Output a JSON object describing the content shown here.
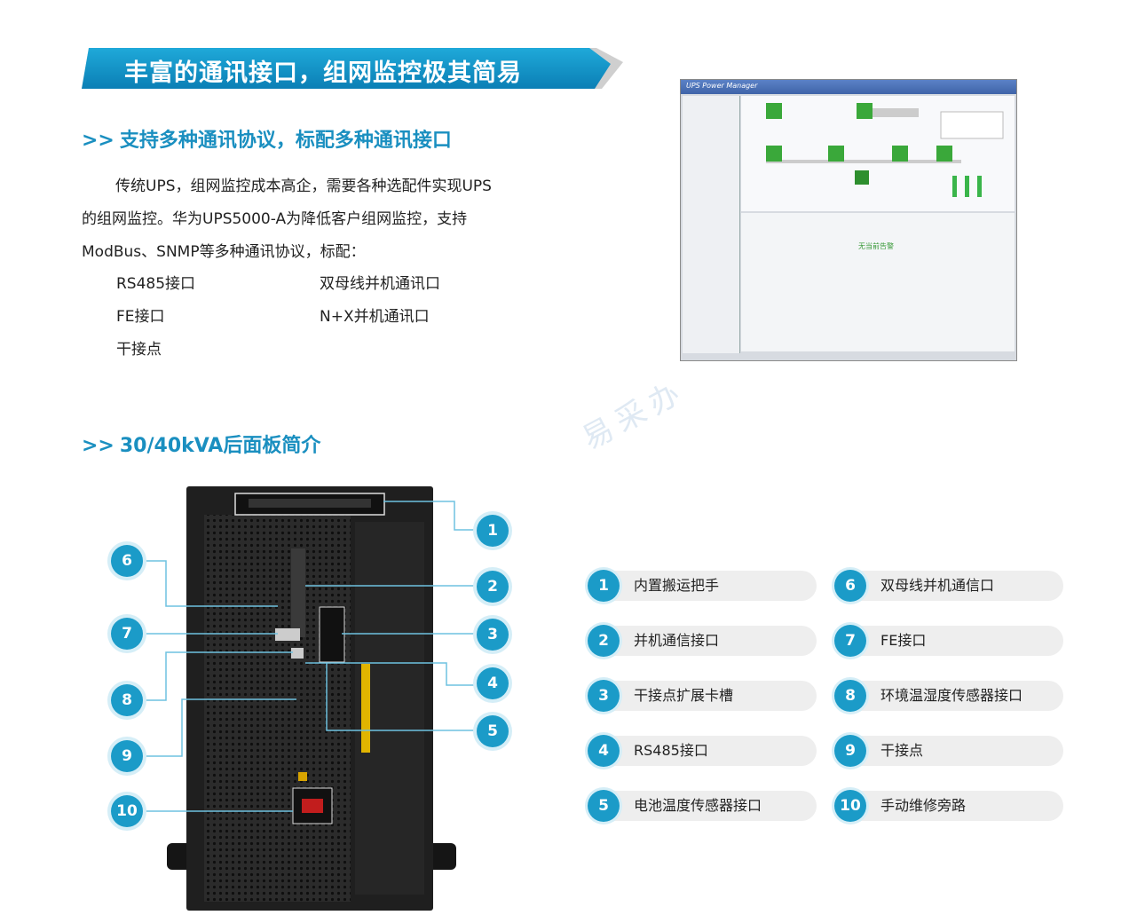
{
  "banner": {
    "title": "丰富的通讯接口，组网监控极其简易"
  },
  "section1": {
    "arrows": ">>",
    "title": "支持多种通讯协议，标配多种通讯接口",
    "paragraph_lines": [
      "传统UPS，组网监控成本高企，需要各种选配件实现UPS",
      "的组网监控。华为UPS5000-A为降低客户组网监控，支持",
      "ModBus、SNMP等多种通讯协议，标配："
    ],
    "features": [
      "RS485接口",
      "双母线并机通讯口",
      "FE接口",
      "N+X并机通讯口",
      "干接点"
    ]
  },
  "screenshot": {
    "window_title": "UPS Power Manager",
    "log_empty_text": "无当前告警"
  },
  "section2": {
    "arrows": ">>",
    "title": "30/40kVA后面板简介"
  },
  "watermark": "易采办",
  "callouts": [
    "1",
    "2",
    "3",
    "4",
    "5",
    "6",
    "7",
    "8",
    "9",
    "10"
  ],
  "legend": [
    {
      "num": "1",
      "label": "内置搬运把手"
    },
    {
      "num": "2",
      "label": "并机通信接口"
    },
    {
      "num": "3",
      "label": "干接点扩展卡槽"
    },
    {
      "num": "4",
      "label": "RS485接口"
    },
    {
      "num": "5",
      "label": "电池温度传感器接口"
    },
    {
      "num": "6",
      "label": "双母线并机通信口"
    },
    {
      "num": "7",
      "label": "FE接口"
    },
    {
      "num": "8",
      "label": "环境温湿度传感器接口"
    },
    {
      "num": "9",
      "label": "干接点"
    },
    {
      "num": "10",
      "label": "手动维修旁路"
    }
  ],
  "colors": {
    "accent": "#1b9bc8",
    "title_blue": "#1a8fc0",
    "pill_bg": "#eeeeee"
  }
}
